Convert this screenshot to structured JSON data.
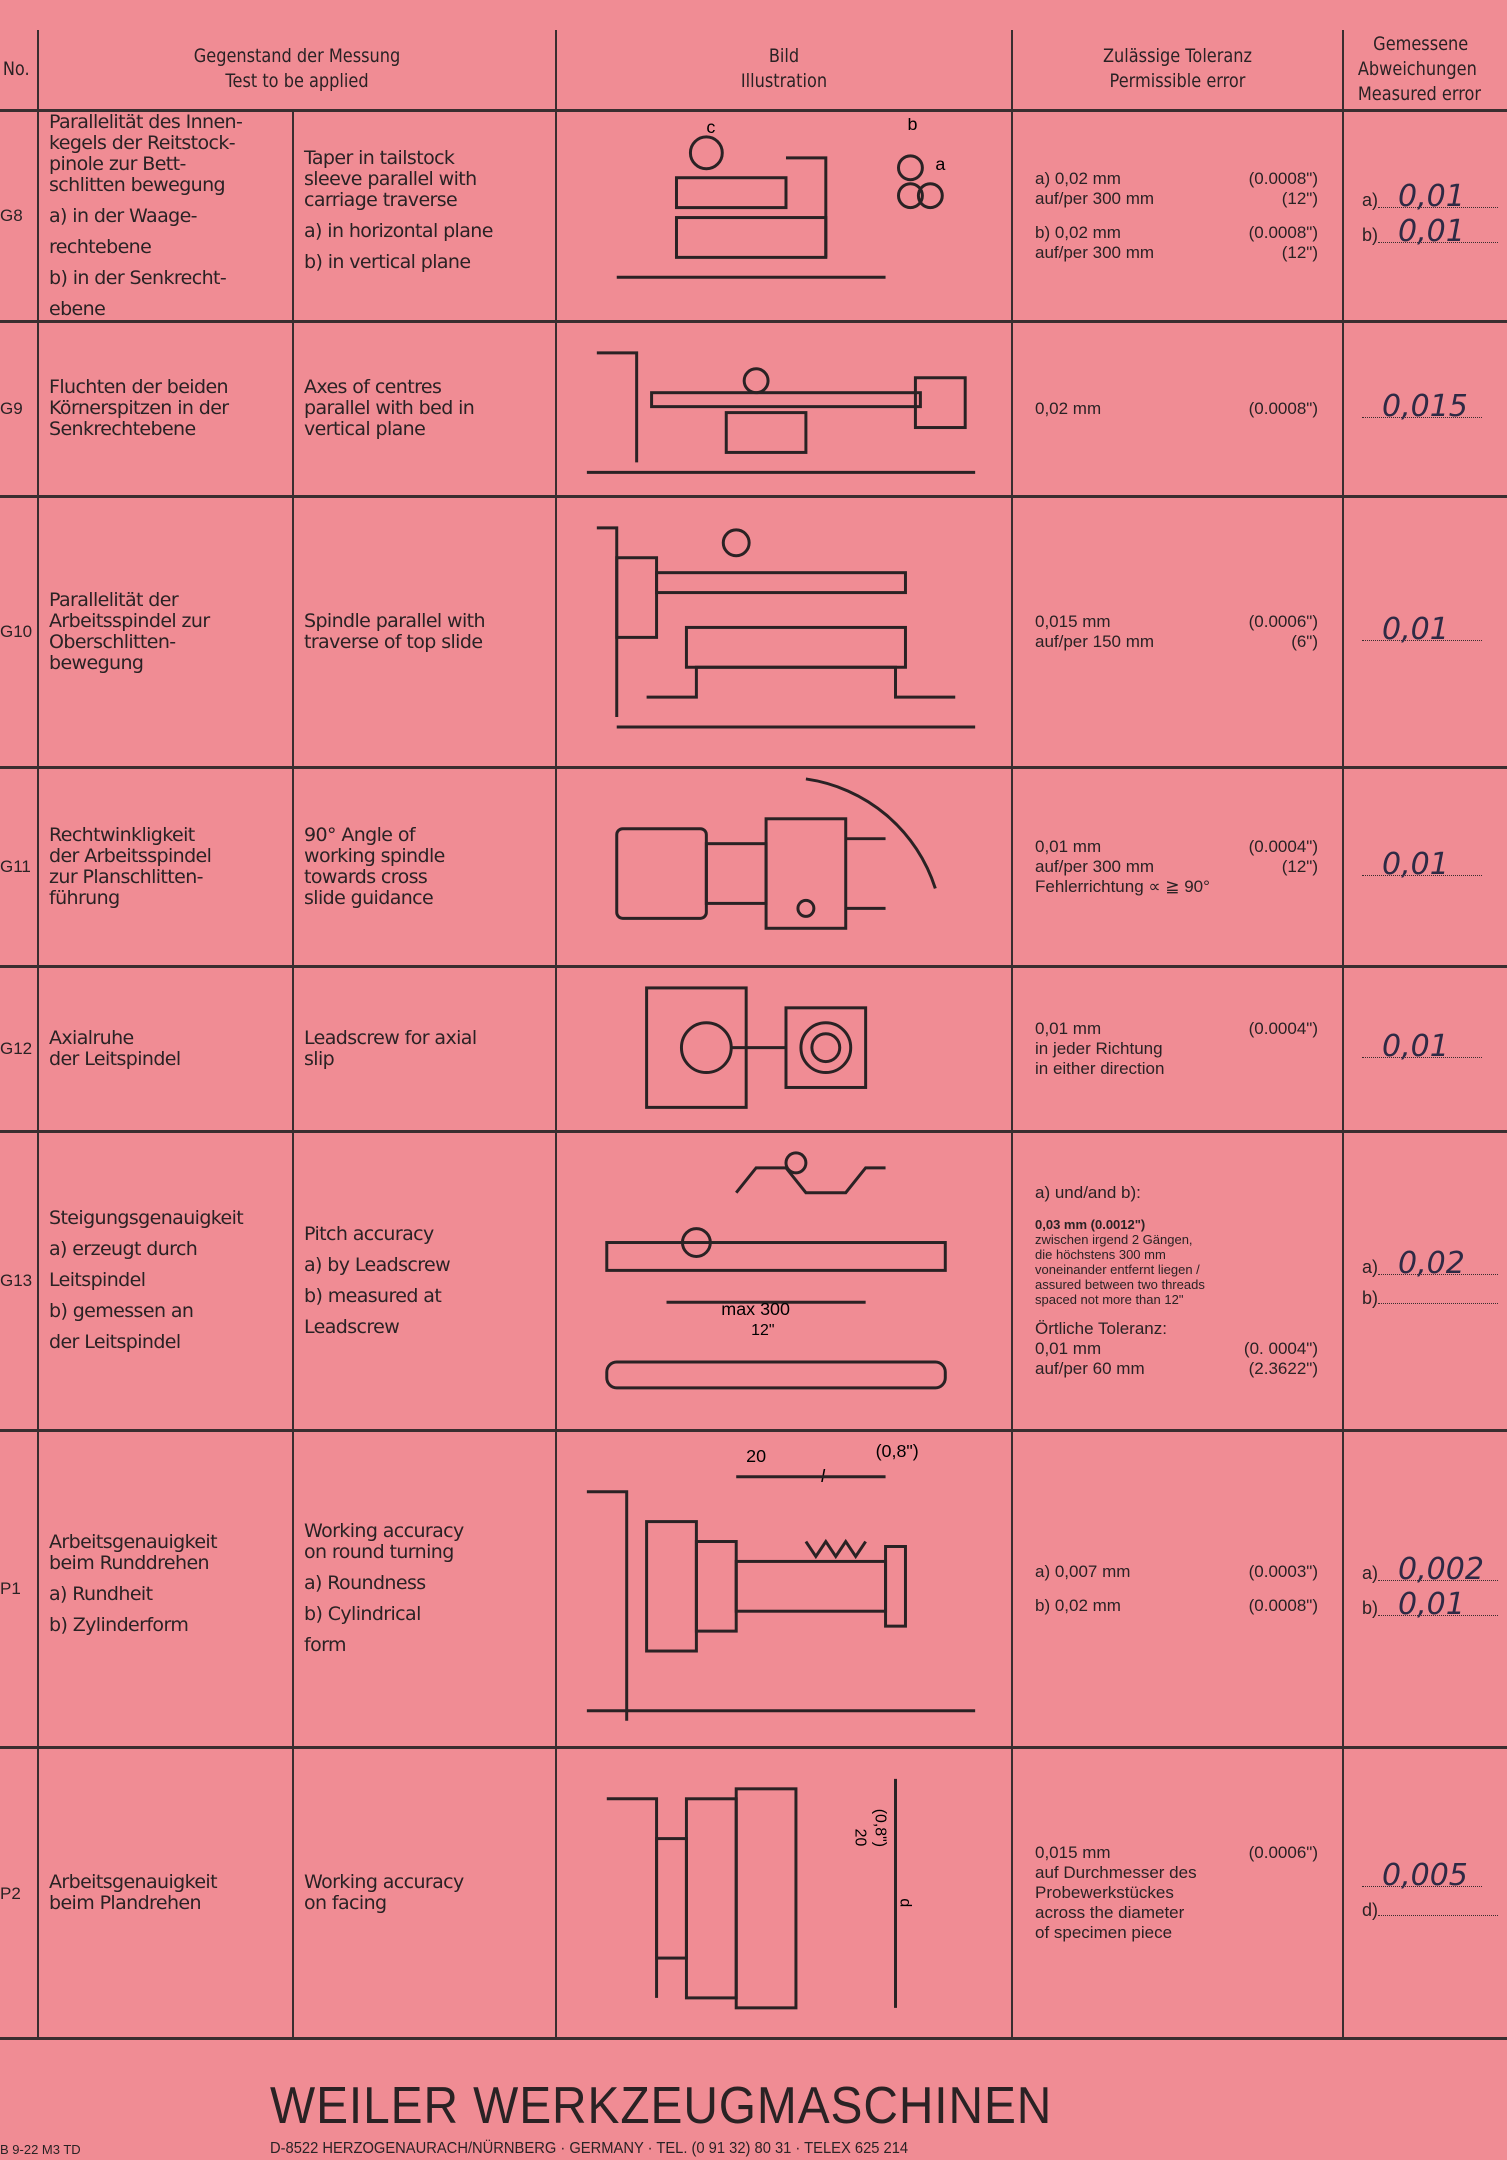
{
  "header": {
    "no": "No.",
    "subject_de": "Gegenstand der Messung",
    "subject_en": "Test to be applied",
    "image_de": "Bild",
    "image_en": "Illustration",
    "tol_de": "Zulässige Toleranz",
    "tol_en": "Permissible error",
    "meas_de1": "Gemessene",
    "meas_de2": "Abweichungen",
    "meas_en": "Measured error"
  },
  "rows": [
    {
      "no": "G8",
      "de": [
        "Parallelität des Innen-",
        "kegels der Reitstock-",
        "pinole zur Bett-",
        "schlitten bewegung",
        "a) in der Waage-",
        "rechtebene",
        "b) in der Senkrecht-",
        "ebene"
      ],
      "en": [
        "Taper in tailstock",
        "sleeve parallel with",
        "carriage traverse",
        "a) in horizontal plane",
        "b) in vertical plane"
      ],
      "tol": [
        [
          "a) 0,02 mm",
          "(0.0008\")"
        ],
        [
          "auf/per 300 mm",
          "(12\")"
        ],
        [
          "b) 0,02 mm",
          "(0.0008\")"
        ],
        [
          "auf/per 300 mm",
          "(12\")"
        ]
      ],
      "labels": {
        "c": "c",
        "b": "b",
        "a": "a"
      },
      "meas": [
        {
          "label": "a)",
          "value": "0,01"
        },
        {
          "label": "b)",
          "value": "0,01"
        }
      ]
    },
    {
      "no": "G9",
      "de": [
        "Fluchten der beiden",
        "Körnerspitzen in der",
        "Senkrechtebene"
      ],
      "en": [
        "Axes of centres",
        "parallel with bed in",
        "vertical plane"
      ],
      "tol": [
        [
          "0,02 mm",
          "(0.0008\")"
        ]
      ],
      "meas": [
        {
          "label": "",
          "value": "0,015"
        }
      ]
    },
    {
      "no": "G10",
      "de": [
        "Parallelität der",
        "Arbeitsspindel zur",
        "Oberschlitten-",
        "bewegung"
      ],
      "en": [
        "Spindle parallel with",
        "traverse of top slide"
      ],
      "tol": [
        [
          "0,015 mm",
          "(0.0006\")"
        ],
        [
          "auf/per 150 mm",
          "(6\")"
        ]
      ],
      "meas": [
        {
          "label": "",
          "value": "0,01"
        }
      ]
    },
    {
      "no": "G11",
      "de": [
        "Rechtwinkligkeit",
        "der Arbeitsspindel",
        "zur Planschlitten-",
        "führung"
      ],
      "en": [
        "90° Angle of",
        "working spindle",
        "towards cross",
        "slide guidance"
      ],
      "tol": [
        [
          "0,01 mm",
          "(0.0004\")"
        ],
        [
          "auf/per 300 mm",
          "(12\")"
        ],
        [
          "Fehlerrichtung ∝ ≧ 90°",
          ""
        ]
      ],
      "meas": [
        {
          "label": "",
          "value": "0,01"
        }
      ]
    },
    {
      "no": "G12",
      "de": [
        "Axialruhe",
        "der Leitspindel"
      ],
      "en": [
        "Leadscrew for axial",
        "slip"
      ],
      "tol": [
        [
          "0,01 mm",
          "(0.0004\")"
        ],
        [
          "in jeder Richtung",
          ""
        ],
        [
          "in either direction",
          ""
        ]
      ],
      "meas": [
        {
          "label": "",
          "value": "0,01"
        }
      ]
    },
    {
      "no": "G13",
      "de": [
        "Steigungsgenauigkeit",
        "a) erzeugt durch",
        "Leitspindel",
        "b) gemessen an",
        "der Leitspindel"
      ],
      "en": [
        "Pitch accuracy",
        "a) by Leadscrew",
        "b) measured at",
        "Leadscrew"
      ],
      "tol_head": "a) und/and b):",
      "tol_bold": "0,03 mm (0.0012\")",
      "tol_small": [
        "zwischen irgend 2 Gängen,",
        "die höchstens 300 mm",
        "voneinander entfernt liegen /",
        "assured between two threads",
        "spaced not more than 12\""
      ],
      "tol_local": "Örtliche Toleranz:",
      "tol": [
        [
          "0,01 mm",
          "(0. 0004\")"
        ],
        [
          "auf/per 60 mm",
          "(2.3622\")"
        ]
      ],
      "labels": {
        "max": "max 300",
        "inch": "12\""
      },
      "meas": [
        {
          "label": "a)",
          "value": "0,02"
        },
        {
          "label": "b)",
          "value": ""
        }
      ]
    },
    {
      "no": "P1",
      "de": [
        "Arbeitsgenauigkeit",
        "beim Runddrehen",
        "a) Rundheit",
        "b) Zylinderform"
      ],
      "en": [
        "Working accuracy",
        "on round turning",
        "a) Roundness",
        "b) Cylindrical",
        "form"
      ],
      "tol": [
        [
          "a) 0,007 mm",
          "(0.0003\")"
        ],
        [
          "b) 0,02 mm",
          "(0.0008\")"
        ]
      ],
      "labels": {
        "d20": "20",
        "l": "l",
        "inch": "(0,8\")"
      },
      "meas": [
        {
          "label": "a)",
          "value": "0,002"
        },
        {
          "label": "b)",
          "value": "0,01"
        }
      ]
    },
    {
      "no": "P2",
      "de": [
        "Arbeitsgenauigkeit",
        "beim Plandrehen"
      ],
      "en": [
        "Working accuracy",
        "on facing"
      ],
      "tol": [
        [
          "0,015 mm",
          "(0.0006\")"
        ],
        [
          "auf Durchmesser des",
          ""
        ],
        [
          "Probewerkstückes",
          ""
        ],
        [
          "across the diameter",
          ""
        ],
        [
          "of specimen piece",
          ""
        ]
      ],
      "labels": {
        "d20": "20",
        "inch": "(0,8\")",
        "d": "d"
      },
      "meas": [
        {
          "label": "",
          "value": "0,005"
        },
        {
          "label": "d)",
          "value": ""
        }
      ]
    }
  ],
  "footer": {
    "company": "WEILER WERKZEUGMASCHINEN",
    "address": "D-8522 HERZOGENAURACH/NÜRNBERG · GERMANY · TEL. (0 91 32) 80 31 · TELEX 625 214",
    "code": "B 9-22 M3 TD"
  }
}
